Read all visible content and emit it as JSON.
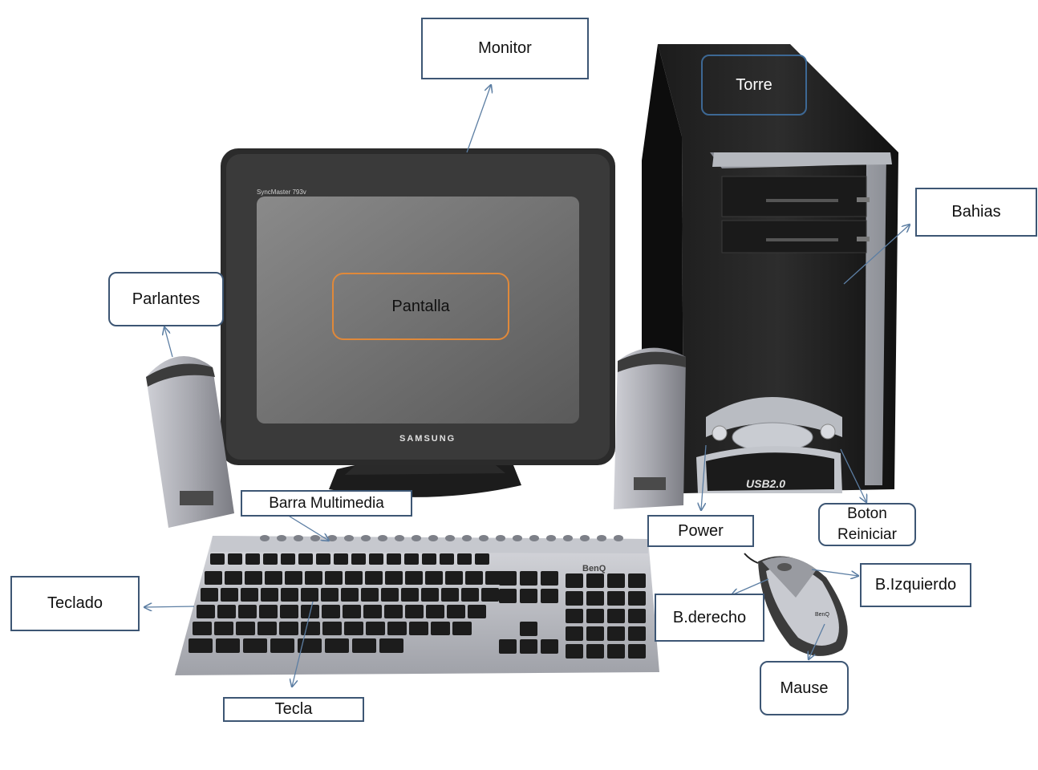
{
  "labels": {
    "monitor": "Monitor",
    "torre": "Torre",
    "bahias": "Bahias",
    "parlantes": "Parlantes",
    "pantalla": "Pantalla",
    "barra_multimedia": "Barra Multimedia",
    "power": "Power",
    "boton_reiniciar": "Boton\nReiniciar",
    "teclado": "Teclado",
    "b_izquierdo": "B.Izquierdo",
    "b_derecho": "B.derecho",
    "mause": "Mause",
    "tecla": "Tecla"
  },
  "branding": {
    "monitor_model": "SyncMaster 793v",
    "monitor_brand": "SAMSUNG",
    "tower_badge": "USB2.0",
    "keyboard_brand": "BenQ",
    "mouse_brand": "BenQ"
  },
  "colors": {
    "label_border": "#3d5674",
    "pantalla_border": "#e0893a",
    "arrow": "#5c7ea3"
  }
}
